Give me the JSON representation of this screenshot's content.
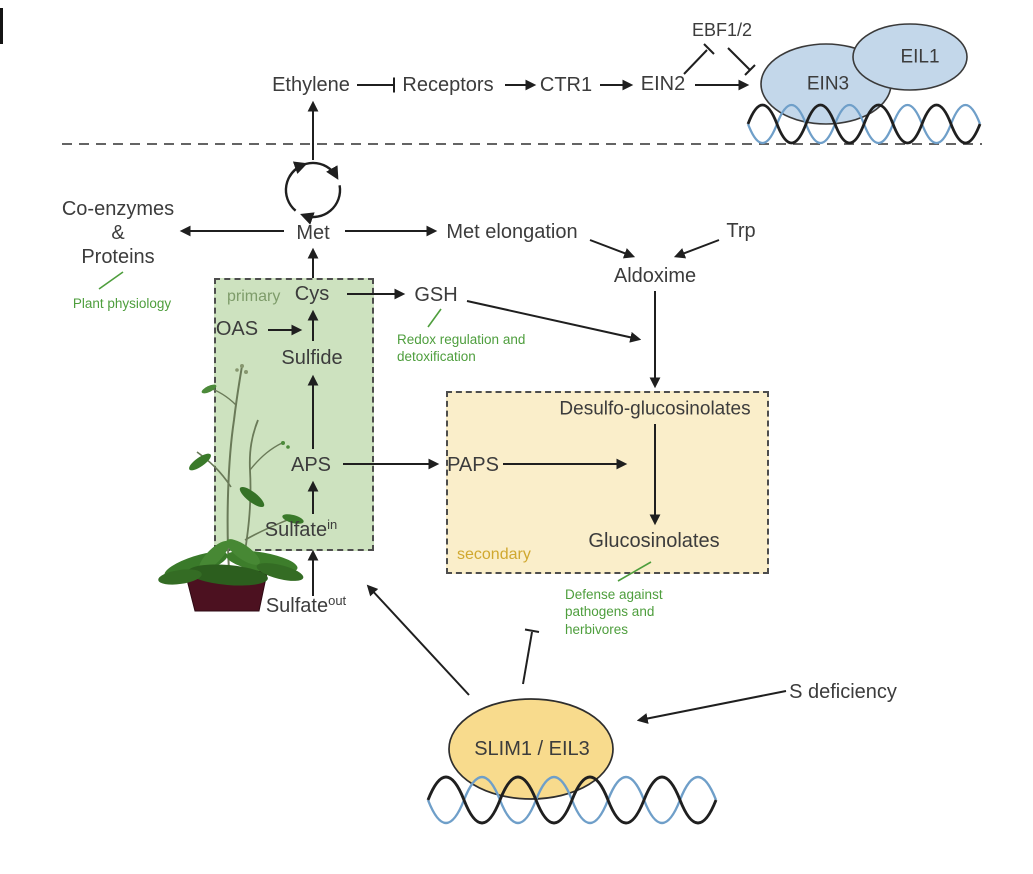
{
  "signaling": {
    "ethylene": "Ethylene",
    "receptors": "Receptors",
    "ctr1": "CTR1",
    "ein2": "EIN2",
    "ebf12": "EBF1/2",
    "ein3": "EIN3",
    "eil1": "EIL1"
  },
  "metabolism": {
    "co_enzymes_1": "Co-enzymes",
    "co_enzymes_2": "&",
    "co_enzymes_3": "Proteins",
    "plant_physiology_note": "Plant physiology",
    "met": "Met",
    "met_elongation": "Met elongation",
    "trp": "Trp",
    "aldoxime": "Aldoxime",
    "gsh": "GSH",
    "redox_note_1": "Redox regulation and",
    "redox_note_2": "detoxification"
  },
  "primary_box": {
    "label": "primary",
    "cys": "Cys",
    "oas": "OAS",
    "sulfide": "Sulfide",
    "aps": "APS",
    "sulfate_in_base": "Sulfate",
    "sulfate_in_sup": "in"
  },
  "secondary_box": {
    "label": "secondary",
    "desulfo_glucosinolates": "Desulfo-glucosinolates",
    "paps": "PAPS",
    "glucosinolates": "Glucosinolates",
    "defense_note_1": "Defense against",
    "defense_note_2": "pathogens and",
    "defense_note_3": "herbivores"
  },
  "regulation": {
    "sulfate_out_base": "Sulfate",
    "sulfate_out_sup": "out",
    "slim1_eil3": "SLIM1 / EIL3",
    "s_deficiency": "S deficiency"
  },
  "colors": {
    "text_color": "#3c3c3c",
    "primary_box_fill": "#cde2bf",
    "secondary_box_fill": "#faeeca",
    "ein_oval_fill": "#c3d7ea",
    "slim_oval_fill": "#f8db8d",
    "dna_blue": "#6f9fc9",
    "dna_black": "#1f1f1f",
    "annotation_green": "#4e9e3d",
    "primary_label_color": "#7e9c6a",
    "secondary_label_color": "#d0a82f"
  }
}
